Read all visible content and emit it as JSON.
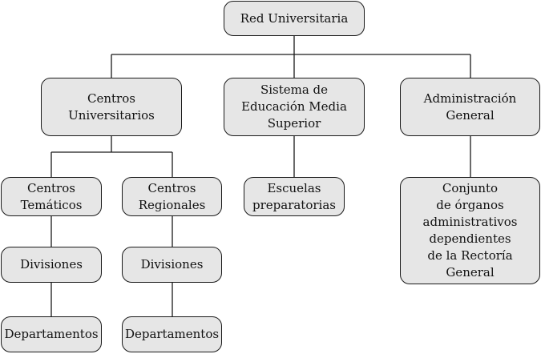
{
  "nodes": {
    "root": "Red Universitaria",
    "centros_universitarios": "Centros\nUniversitarios",
    "sistema_educacion": "Sistema de\nEducación Media\nSuperior",
    "administracion": "Administración\nGeneral",
    "centros_tematicos": "Centros\nTemáticos",
    "centros_regionales": "Centros\nRegionales",
    "escuelas": "Escuelas\npreparatorias",
    "conjunto": "Conjunto\nde órganos\nadministrativos\ndependientes\nde la Rectoría\nGeneral",
    "divisiones_tematicos": "Divisiones",
    "divisiones_regionales": "Divisiones",
    "departamentos_tematicos": "Departamentos",
    "departamentos_regionales": "Departamentos"
  },
  "colors": {
    "node_fill": "#e6e6e6",
    "node_border": "#1a1a1a",
    "connector": "#1a1a1a"
  }
}
